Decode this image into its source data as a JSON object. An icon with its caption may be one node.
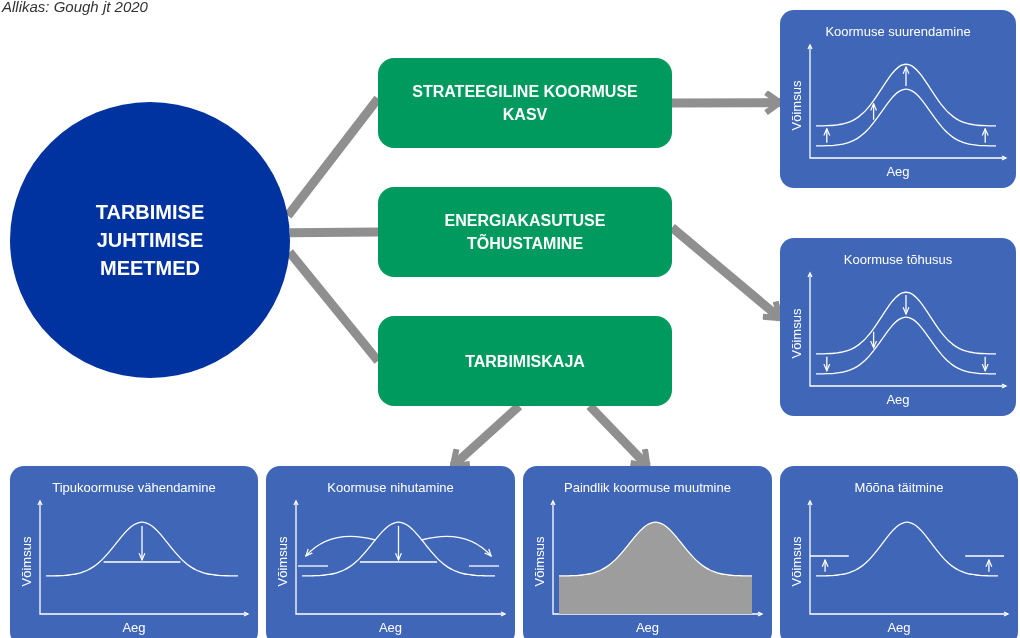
{
  "diagram": {
    "nodes": [
      {
        "text": [
          "TARBIMISE JUHTIMISE MEETMED"
        ]
      },
      {
        "text": [
          "STRATEEGILINE KOORMUSE KASV"
        ]
      },
      {
        "text": [
          "ENERGIAKASUTUSE TÕHUSTAMINE"
        ]
      },
      {
        "text": [
          "TARBIMISKAJA"
        ]
      },
      {
        "text": [
          "Koormuse suurendamine",
          "Võimsus",
          "Aeg"
        ]
      },
      {
        "text": [
          "Koormuse tõhusus",
          "Võimsus",
          "Aeg"
        ]
      },
      {
        "text": [
          "Tipukoormuse vähendamine",
          "Võimsus",
          "Aeg"
        ]
      },
      {
        "text": [
          "Koormuse nihutamine",
          "Võimsus",
          "Aeg"
        ]
      },
      {
        "text": [
          "Paindlik koormuse muutmine",
          "Võimsus",
          "Aeg"
        ]
      },
      {
        "text": [
          "Mõõna täitmine",
          "Võimsus",
          "Aeg"
        ]
      }
    ],
    "edges": [
      {
        "from": 0,
        "to": 1,
        "arrow": "none"
      },
      {
        "from": 0,
        "to": 2,
        "arrow": "none"
      },
      {
        "from": 0,
        "to": 3,
        "arrow": "none"
      },
      {
        "from": 1,
        "to": 4,
        "arrow": "to"
      },
      {
        "from": 2,
        "to": 5,
        "arrow": "to"
      },
      {
        "from": 3,
        "to": 7,
        "arrow": "to"
      },
      {
        "from": 3,
        "to": 8,
        "arrow": "to"
      }
    ],
    "labels": [
      "Allikas: Gough jt 2020"
    ]
  }
}
